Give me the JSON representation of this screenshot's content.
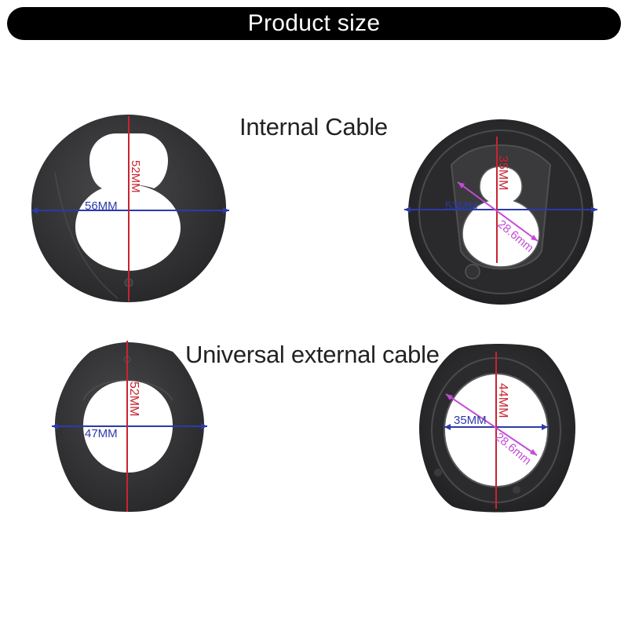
{
  "header": {
    "title": "Product size"
  },
  "sections": {
    "internal": {
      "label": "Internal Cable"
    },
    "external": {
      "label": "Universal external cable"
    }
  },
  "products": {
    "internal_front": {
      "width_label": "56MM",
      "height_label": "52MM"
    },
    "internal_back": {
      "width_label": "53MM",
      "height_label": "35MM",
      "diagonal_label": "28.6mm"
    },
    "external_front": {
      "width_label": "47MM",
      "height_label": "52MM"
    },
    "external_back": {
      "width_label": "35MM",
      "height_label": "44MM",
      "diagonal_label": "28.6mm"
    }
  },
  "colors": {
    "banner": "#000000",
    "rubber": "#2f2f31",
    "width_line": "#2c3aa8",
    "height_line": "#c8242f",
    "diagonal_line": "#c24bd6"
  }
}
